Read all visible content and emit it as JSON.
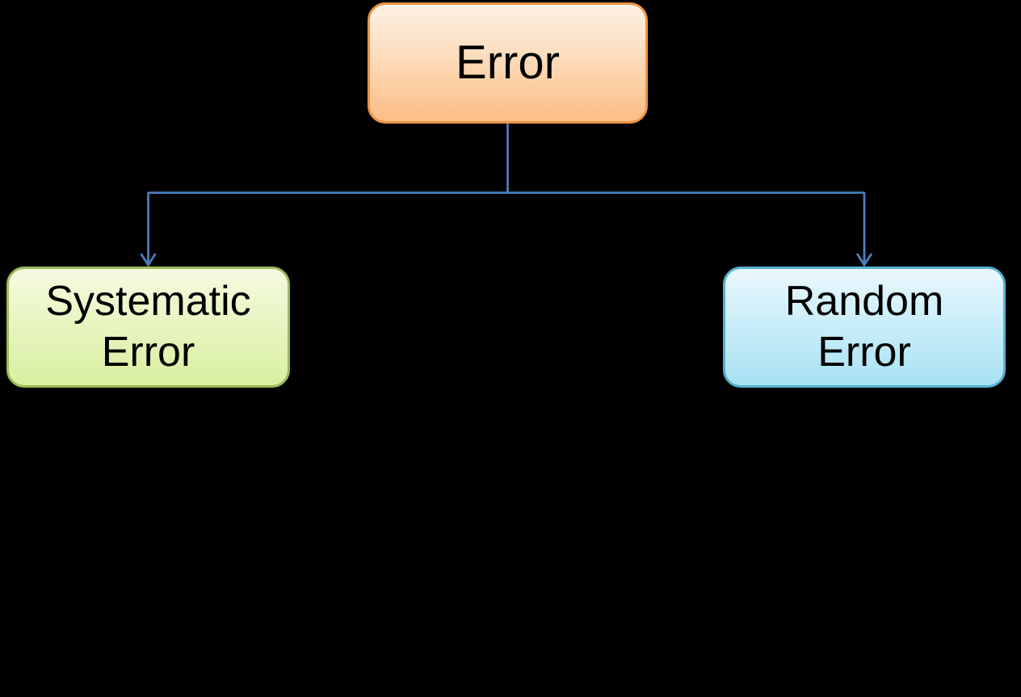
{
  "diagram": {
    "type": "flowchart-hierarchy",
    "background_color": "#000000",
    "connector_color": "#4A7EBB",
    "text_color": "#000000",
    "nodes": [
      {
        "id": "error",
        "label": "Error",
        "fill_top": "#FDF1E5",
        "fill_bottom": "#FBBD84",
        "border_color": "#ED9448"
      },
      {
        "id": "systematic-error",
        "label": "Systematic\nError",
        "fill_top": "#F5FBE1",
        "fill_bottom": "#D9EFA0",
        "border_color": "#9BBA58"
      },
      {
        "id": "random-error",
        "label": "Random\nError",
        "fill_top": "#EAF8FD",
        "fill_bottom": "#A9E2F3",
        "border_color": "#56B2D1"
      }
    ],
    "edges": [
      {
        "from": "error",
        "to": "systematic-error",
        "arrow": "open-v"
      },
      {
        "from": "error",
        "to": "random-error",
        "arrow": "open-v"
      }
    ]
  }
}
